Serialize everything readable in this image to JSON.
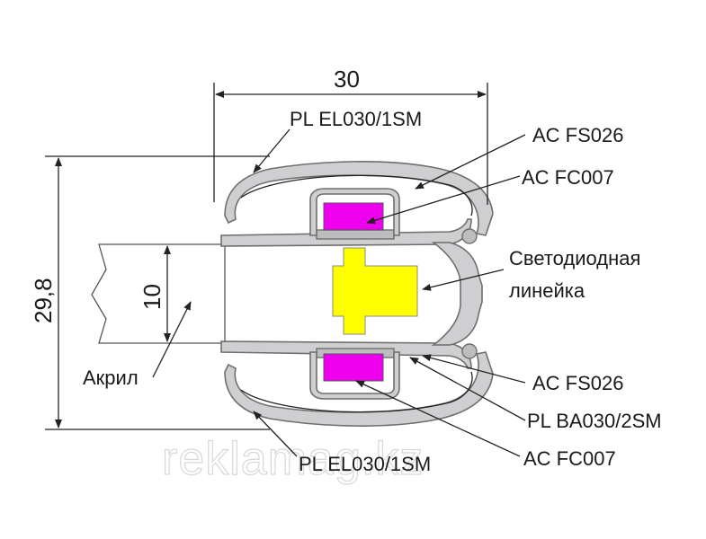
{
  "dimensions": {
    "width_label": "30",
    "height_label": "29,8",
    "acrylic_thickness_label": "10"
  },
  "labels": {
    "el_top": "PL EL030/1SM",
    "fs_top": "AC FS026",
    "fc_top": "AC FC007",
    "led_line1": "Светодиодная",
    "led_line2": "линейка",
    "fs_bottom": "AC FS026",
    "ba": "PL BA030/2SM",
    "fc_bottom": "AC FC007",
    "el_bottom": "PL EL030/1SM",
    "acrylic": "Акрил"
  },
  "watermark": "reklamag.kz",
  "colors": {
    "profile": "#cfcfd1",
    "profile_stroke": "#6f6f6f",
    "magnet": "#ee00ee",
    "led": "#ffff00",
    "lines": "#222222"
  }
}
